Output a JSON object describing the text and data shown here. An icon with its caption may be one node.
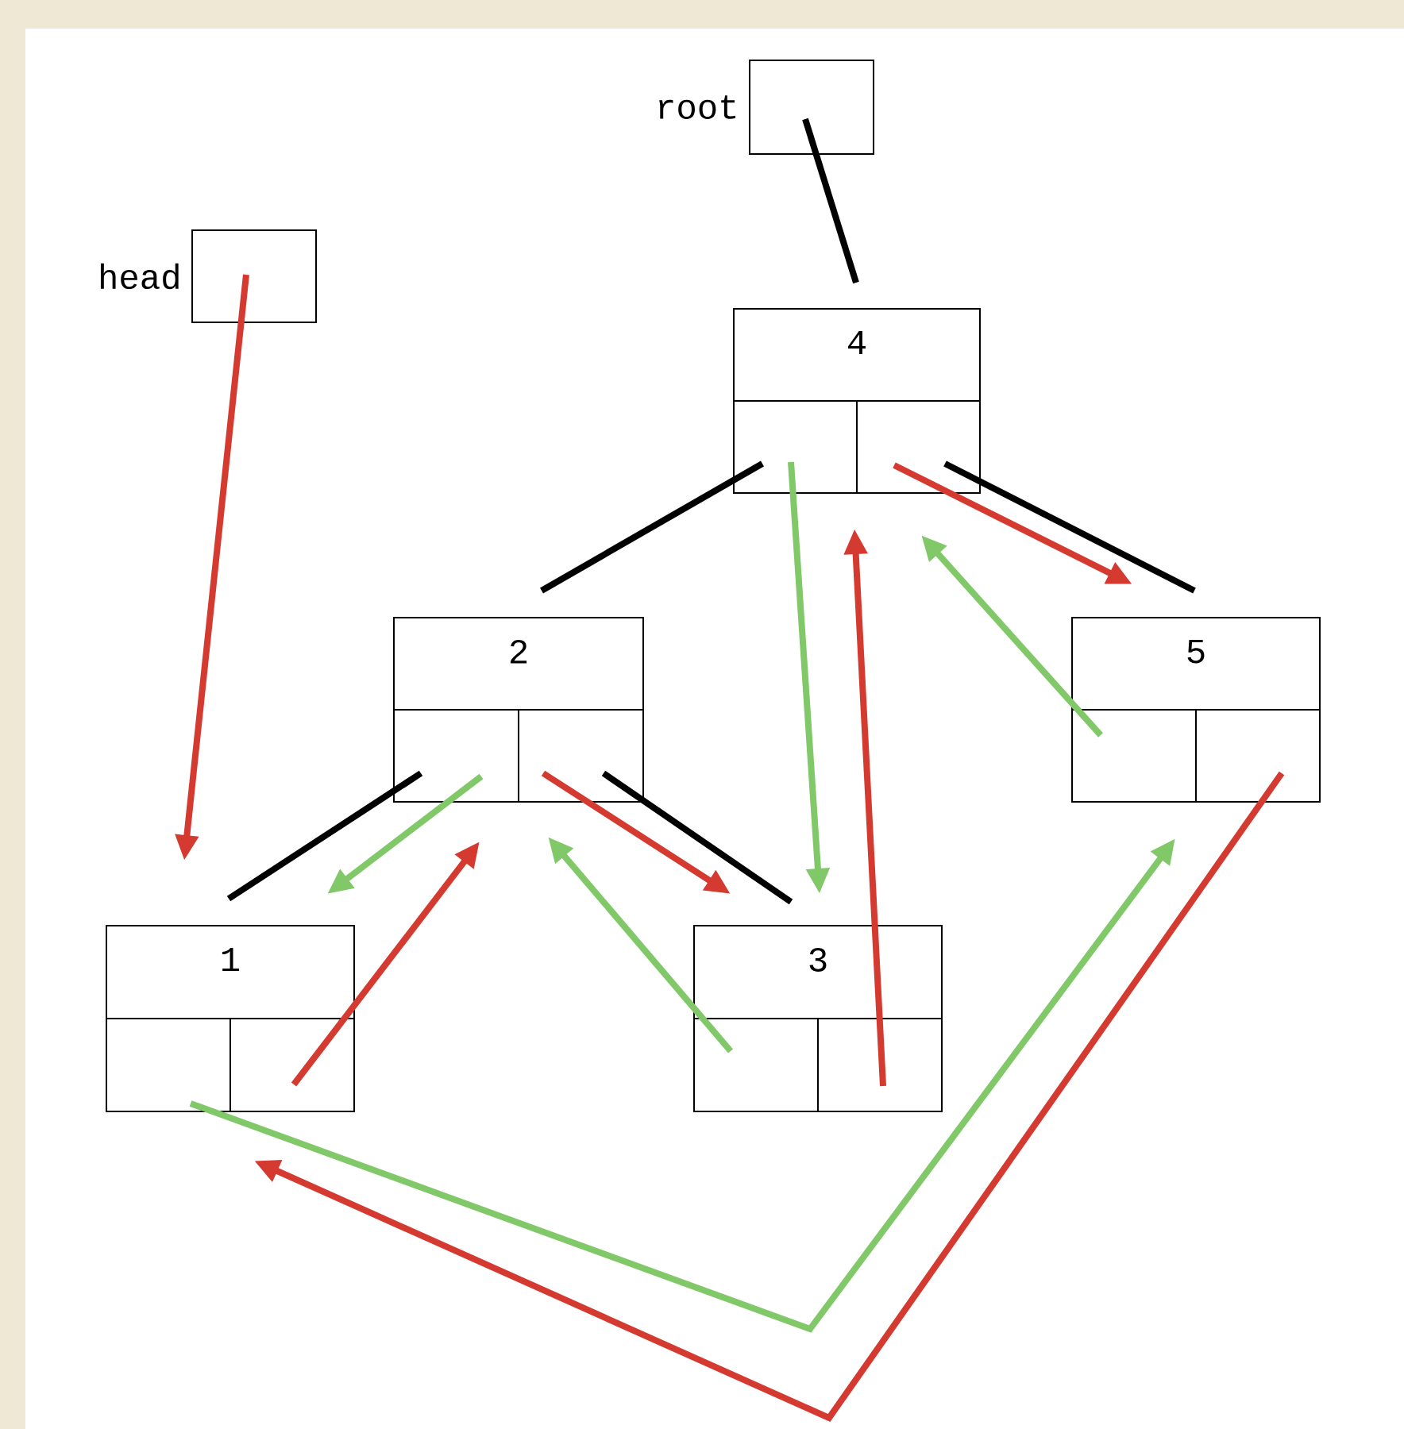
{
  "diagram": {
    "nodes": [
      {
        "text": [
          "root"
        ]
      },
      {
        "text": [
          "head"
        ]
      },
      {
        "text": [
          "4"
        ]
      },
      {
        "text": [],
        "shape": "box",
        "in": 2
      },
      {
        "text": [],
        "shape": "box",
        "in": 2
      },
      {
        "text": [
          "2"
        ]
      },
      {
        "text": [],
        "shape": "box",
        "in": 5
      },
      {
        "text": [],
        "shape": "box",
        "in": 5
      },
      {
        "text": [
          "5"
        ]
      },
      {
        "text": [],
        "shape": "box",
        "in": 8
      },
      {
        "text": [],
        "shape": "box",
        "in": 8
      },
      {
        "text": [
          "1"
        ]
      },
      {
        "text": [],
        "shape": "box",
        "in": 11
      },
      {
        "text": [],
        "shape": "box",
        "in": 11
      },
      {
        "text": [
          "3"
        ]
      },
      {
        "text": [],
        "shape": "box",
        "in": 14
      },
      {
        "text": [],
        "shape": "box",
        "in": 14
      }
    ],
    "edges": [
      {
        "from": 0,
        "to": 2,
        "arrow": "none",
        "color": "#000000"
      },
      {
        "from": 3,
        "to": 5,
        "arrow": "none",
        "color": "#000000"
      },
      {
        "from": 4,
        "to": 8,
        "arrow": "none",
        "color": "#000000"
      },
      {
        "from": 6,
        "to": 11,
        "arrow": "none",
        "color": "#000000"
      },
      {
        "from": 7,
        "to": 14,
        "arrow": "none",
        "color": "#000000"
      },
      {
        "from": 1,
        "to": 11,
        "arrow": "to",
        "color": "#d43a30"
      },
      {
        "from": 13,
        "to": 5,
        "arrow": "to",
        "color": "#d43a30"
      },
      {
        "from": 7,
        "to": 14,
        "arrow": "to",
        "color": "#d43a30"
      },
      {
        "from": 16,
        "to": 2,
        "arrow": "to",
        "color": "#d43a30"
      },
      {
        "from": 4,
        "to": 8,
        "arrow": "to",
        "color": "#d43a30"
      },
      {
        "from": 10,
        "to": 11,
        "arrow": "to",
        "color": "#d43a30"
      },
      {
        "from": 3,
        "to": 14,
        "arrow": "to",
        "color": "#80c868"
      },
      {
        "from": 6,
        "to": 11,
        "arrow": "to",
        "color": "#80c868"
      },
      {
        "from": 15,
        "to": 5,
        "arrow": "to",
        "color": "#80c868"
      },
      {
        "from": 9,
        "to": 2,
        "arrow": "to",
        "color": "#80c868"
      },
      {
        "from": 12,
        "to": 8,
        "arrow": "to",
        "color": "#80c868"
      }
    ]
  }
}
